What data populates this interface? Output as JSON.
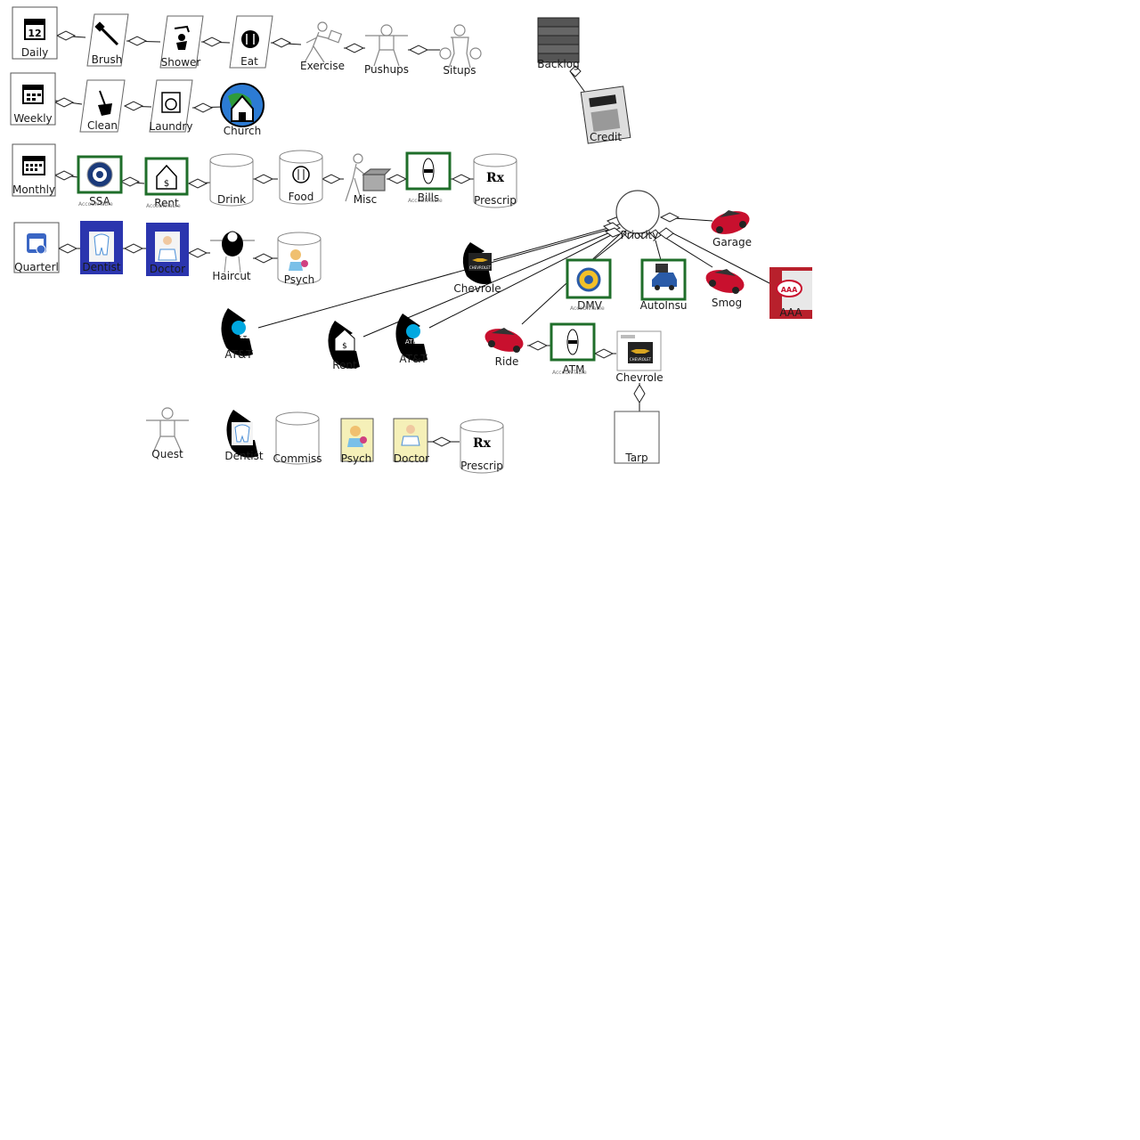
{
  "nodes": {
    "daily": "Daily",
    "brush": "Brush",
    "shower": "Shower",
    "eat": "Eat",
    "exercise": "Exercise",
    "pushups": "Pushups",
    "situps": "Situps",
    "backlog": "Backlog",
    "credit": "Credit",
    "weekly": "Weekly",
    "clean": "Clean",
    "laundry": "Laundry",
    "church": "Church",
    "monthly": "Monthly",
    "ssa": "SSA",
    "rent": "Rent",
    "drink": "Drink",
    "food": "Food",
    "misc": "Misc",
    "bills": "Bills",
    "prescrip": "Prescrip",
    "quarterly": "Quarterl",
    "dentist": "Dentist",
    "doctor": "Doctor",
    "haircut": "Haircut",
    "psych": "Psych",
    "priority": "Priority",
    "garage": "Garage",
    "aaa": "AAA",
    "smog": "Smog",
    "autoinsu": "AutoInsu",
    "dmv": "DMV",
    "chevrole_phone": "Chevrole",
    "att_left": "AT&T",
    "rent_phone": "Rent",
    "att_right": "AT&T",
    "ride": "Ride",
    "atm": "ATM",
    "chevrole_card": "Chevrole",
    "tarp": "Tarp",
    "quest": "Quest",
    "dentist2": "Dentist",
    "commiss": "Commiss",
    "psych2": "Psych",
    "doctor2": "Doctor",
    "prescrip2": "Prescrip"
  },
  "small_text": {
    "accountable": "AccoUNTable"
  },
  "icon_glyphs": {
    "calendar_day": "12",
    "rx": "Rx",
    "dollar": "$",
    "att": "AT&T",
    "chevrolet": "CHEVROLET",
    "aaa": "AAA"
  },
  "colors": {
    "frame_green": "#1f6e2a",
    "car_red": "#c8102e",
    "calendar_blue": "#3a66c4",
    "edge": "#111111"
  }
}
